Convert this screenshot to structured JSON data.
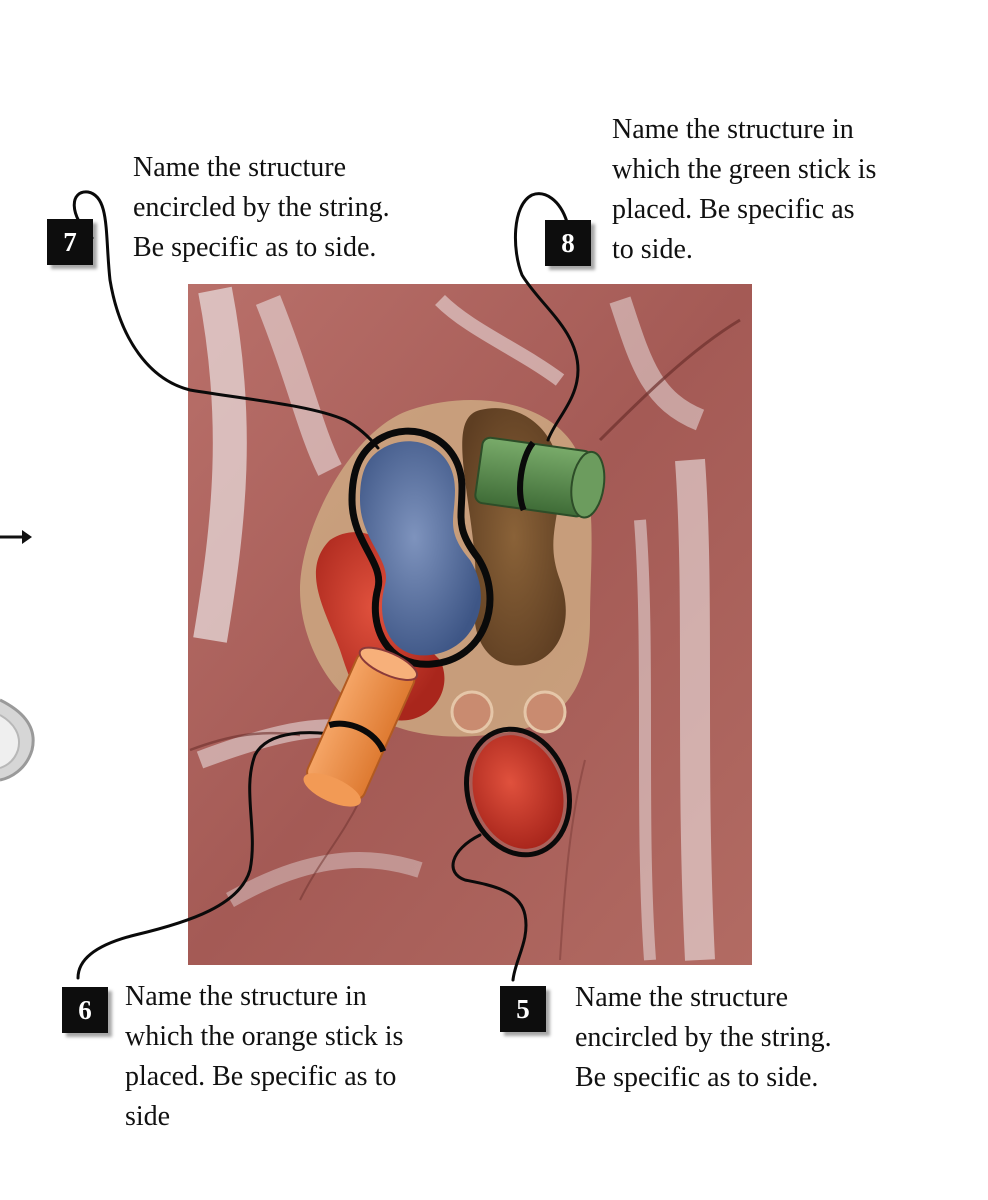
{
  "labels": [
    {
      "number": "7",
      "lines": [
        "Name the structure",
        "encircled by the string.",
        "Be specific as to side."
      ]
    },
    {
      "number": "8",
      "lines": [
        "Name the structure in",
        "which the green stick is",
        "placed. Be specific as",
        "to side."
      ]
    },
    {
      "number": "6",
      "lines": [
        "Name the structure in",
        "which the orange stick is",
        "placed. Be specific as to",
        "side"
      ]
    },
    {
      "number": "5",
      "lines": [
        "Name the structure",
        "encircled by the string.",
        "Be specific as to side."
      ]
    }
  ],
  "colors": {
    "tissue": "#a8615a",
    "encircled_vessel_upper": "#566f98",
    "encircled_vessel_lower": "#c53a2c",
    "green_stick": "#5a8a4e",
    "orange_stick": "#f2944a",
    "string": "#0a0a0a"
  }
}
